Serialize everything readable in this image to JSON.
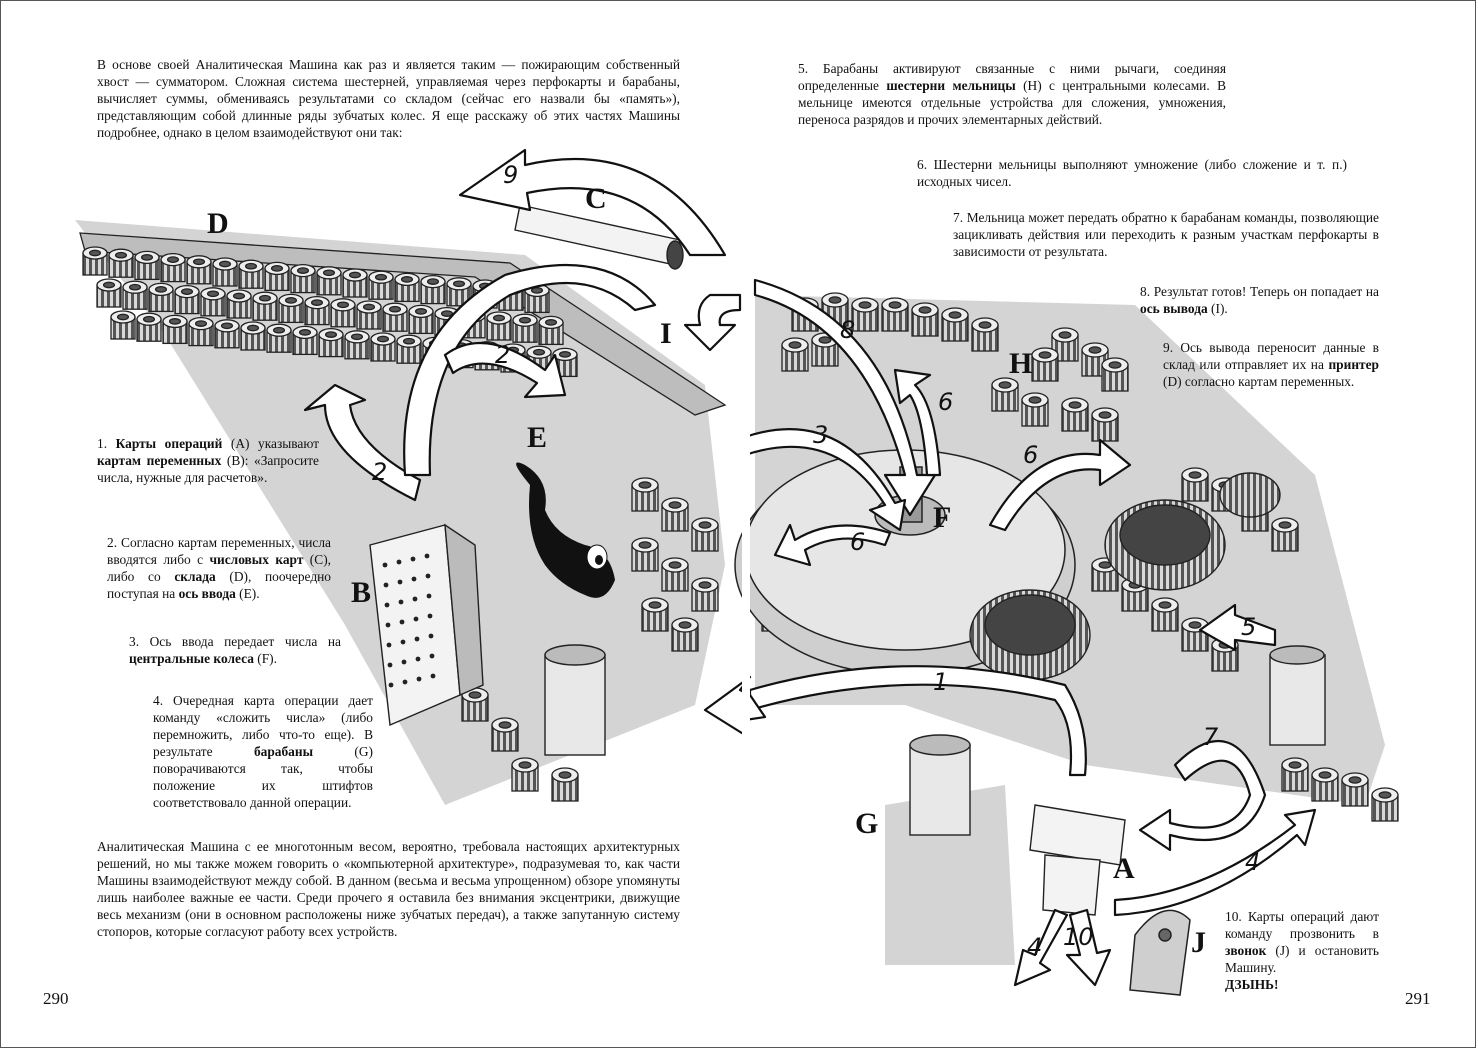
{
  "left_page": {
    "intro": "В основе своей Аналитическая Машина как раз и является таким — пожирающим собственный хвост — сумматором. Сложная система шестерней, управляемая через перфокарты и барабаны, вычисляет суммы, обмениваясь результатами со складом (сейчас его назвали бы «память»), представляющим собой длинные ряды зубчатых колес. Я еще расскажу об этих частях Машины подробнее, однако в целом взаимодействуют они так:",
    "step1": {
      "prefix": "1. ",
      "b1": "Карты операций",
      "mid1": " (A) указывают ",
      "b2": "картам переменных",
      "rest": " (B): «Запросите числа, нужные для расчетов»."
    },
    "step2": {
      "prefix": "2. Согласно картам переменных, числа вводятся либо с ",
      "b1": "числовых карт",
      "mid1": " (C), либо со ",
      "b2": "склада",
      "mid2": " (D), поочередно поступая на ",
      "b3": "ось ввода",
      "rest": " (E)."
    },
    "step3": {
      "prefix": "3. Ось ввода передает числа на ",
      "b1": "центральные колеса",
      "rest": " (F)."
    },
    "step4": {
      "prefix": "4. Очередная карта операции дает команду «сложить числа» (либо перемножить, либо что-то еще). В результате ",
      "b1": "барабаны",
      "rest": " (G) поворачиваются так, чтобы положение их штифтов соответствовало данной операции."
    },
    "outro": "Аналитическая Машина с ее многотонным весом, вероятно, требовала настоящих архитектурных решений, но мы также можем говорить о «компьютерной архитектуре», подразумевая то, как части Машины взаимодействуют между собой. В данном (весьма и весьма упрощенном) обзоре упомянуты лишь наиболее важные ее части. Среди прочего я оставила без внимания эксцентрики, движущие весь механизм (они в основном расположены ниже зубчатых передач), а также запутанную систему стопоров, которые согласуют работу всех устройств.",
    "page_number": "290"
  },
  "right_page": {
    "step5": {
      "prefix": "5. Барабаны активируют связанные с ними рычаги, соединяя определенные ",
      "b1": "шестерни мельницы",
      "rest": " (H) с центральными колесами. В мельнице имеются отдельные устройства для сложения, умножения, переноса разрядов и прочих элементарных действий."
    },
    "step6": "6. Шестерни мельницы выполняют умножение (либо сложение и т. п.) исходных чисел.",
    "step7": "7. Мельница может передать обратно к барабанам команды, позволяющие зацикливать действия или переходить к разным участкам перфокарты в зависимости от результата.",
    "step8": {
      "prefix": "8. Результат готов! Теперь он попадает на ",
      "b1": "ось вывода",
      "rest": " (I)."
    },
    "step9": {
      "prefix": "9. Ось вывода переносит данные в склад или отправляет их на ",
      "b1": "принтер",
      "rest": " (D) согласно картам переменных."
    },
    "step10": {
      "prefix": "10. Карты операций дают команду прозвонить в ",
      "b1": "звонок",
      "rest": " (J) и остановить Машину.",
      "shout": "ДЗЫНЬ!"
    },
    "page_number": "291"
  },
  "illustration": {
    "labels": {
      "A": "A",
      "B": "B",
      "C": "C",
      "D": "D",
      "E": "E",
      "F": "F",
      "G": "G",
      "H": "H",
      "I": "I",
      "J": "J"
    },
    "arrow_numbers": {
      "n1": "1",
      "n2a": "2",
      "n2b": "2",
      "n3": "3",
      "n4a": "4",
      "n4b": "4",
      "n5": "5",
      "n6a": "6",
      "n6b": "6",
      "n6c": "6",
      "n7": "7",
      "n8": "8",
      "n9": "9",
      "n10": "10"
    }
  }
}
